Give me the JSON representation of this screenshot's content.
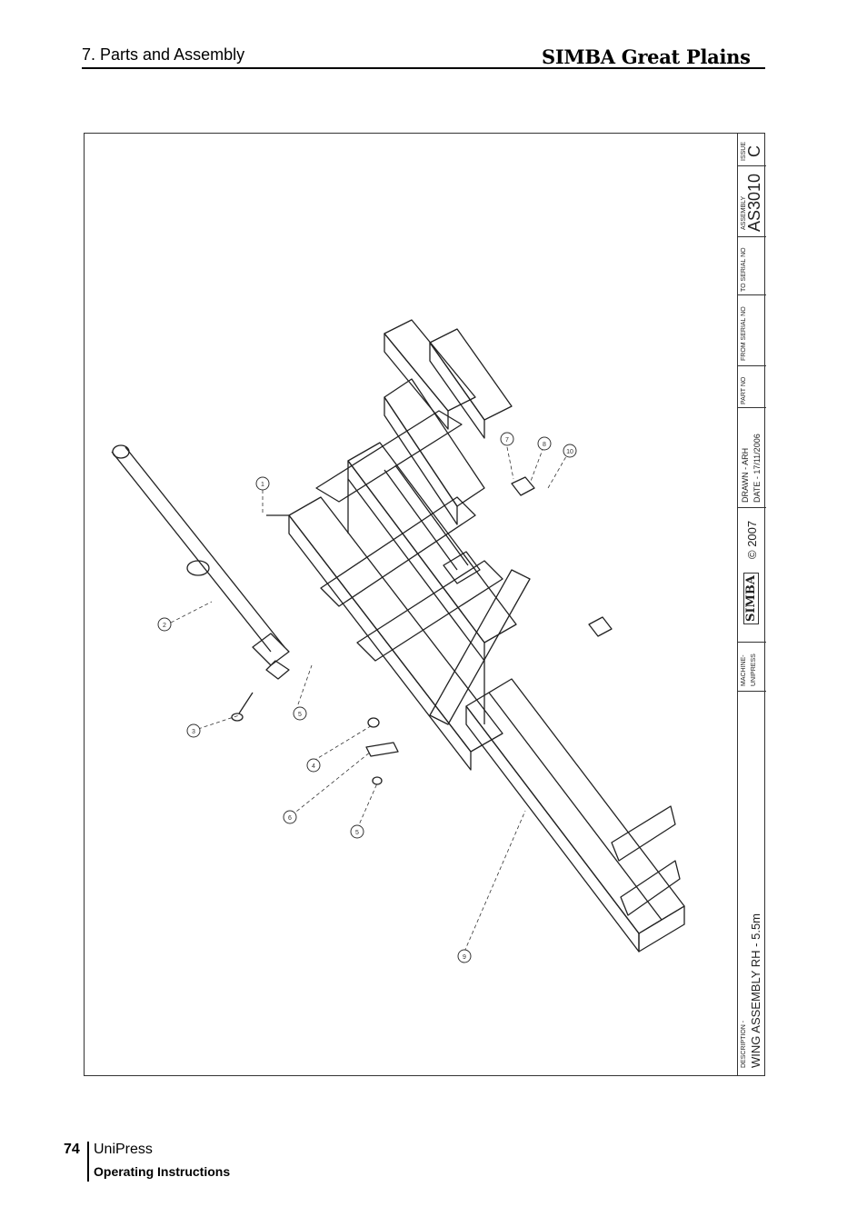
{
  "header": {
    "section": "7. Parts and Assembly",
    "brand": "SIMBA Great Plains"
  },
  "drawing": {
    "balloons": [
      "1",
      "2",
      "3",
      "4",
      "5",
      "5",
      "6",
      "7",
      "8",
      "9",
      "10"
    ]
  },
  "title_block": {
    "issue_label": "ISSUE",
    "issue_value": "C",
    "assembly_label": "ASSEMBLY",
    "assembly_value": "AS3010",
    "to_serial_label": "TO SERIAL NO",
    "from_serial_label": "FROM SERIAL NO",
    "part_no_label": "PART NO",
    "drawn": "DRAWN - ARH",
    "date": "DATE - 17/11/2006",
    "copyright": "© 2007",
    "logo": "SIMBA",
    "machine_label": "MACHINE-",
    "machine_value": "UNIPRESS",
    "description_label": "DESCRIPTION -",
    "description_value": "WING ASSEMBLY RH - 5.5m"
  },
  "footer": {
    "page_number": "74",
    "product": "UniPress",
    "doc_type": "Operating Instructions"
  }
}
